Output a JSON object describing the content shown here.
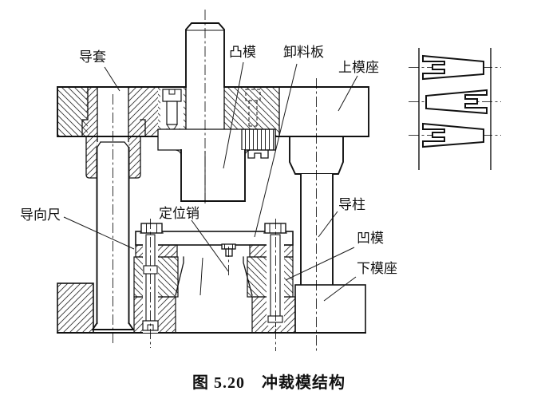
{
  "figure": {
    "caption": "图 5.20　冲裁模结构"
  },
  "labels": {
    "guide_sleeve": "导套",
    "punch": "凸模",
    "stripper_plate": "卸料板",
    "upper_die_holder": "上模座",
    "guide_rule": "导向尺",
    "locating_pin": "定位销",
    "guide_pillar": "导柱",
    "die": "凹模",
    "lower_die_holder": "下模座"
  },
  "detail_view": {
    "description": "strip-layout-of-blanks",
    "blank_count": 3
  },
  "colors": {
    "line": "#1a1a1a",
    "background": "#ffffff"
  }
}
